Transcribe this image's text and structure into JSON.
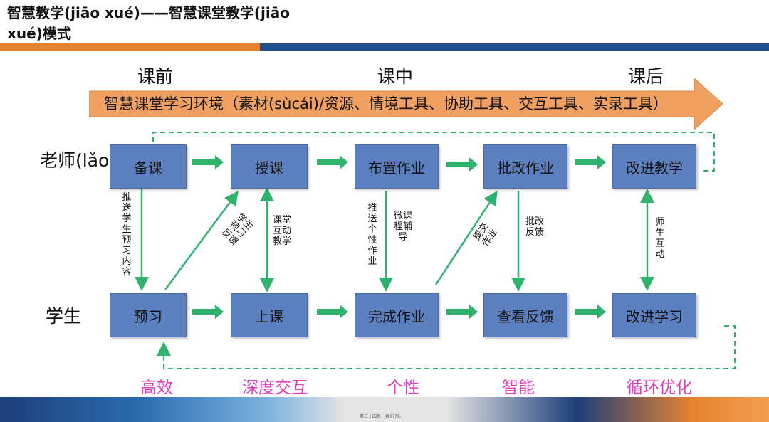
{
  "title": "智慧教学(jiāo xué)——智慧课堂教学(jiāo xué)模式",
  "phases": [
    "课前",
    "课中",
    "课后"
  ],
  "environment": "智慧课堂学习环境（素材(sùcái)/资源、情境工具、协助工具、交互工具、实录工具）",
  "rows": {
    "teacher": "老师(lǎoshī)",
    "student": "学生"
  },
  "teacher_steps": [
    "备课",
    "授课",
    "布置作业",
    "批改作业",
    "改进教学"
  ],
  "student_steps": [
    "预习",
    "上课",
    "完成作业",
    "查看反馈",
    "改进学习"
  ],
  "links": {
    "push_preview": "推送学生预习内容",
    "preview_feedback": "学生预习反馈",
    "class_interaction": "课堂互动教学",
    "push_homework": "推送个性作业",
    "micro_course": "微课程辅导",
    "submit_homework": "提交作业",
    "grading_feedback": "批改反馈",
    "teacher_student": "师生互动"
  },
  "features": [
    "高效",
    "深度交互",
    "个性",
    "智能",
    "循环优化"
  ],
  "footer": "第二十四页，共37页。",
  "colors": {
    "box": "#5b7fbf",
    "arrow_green": "#2fb26b",
    "env_orange": "#f0a060",
    "feature_pink": "#e23bbd"
  }
}
